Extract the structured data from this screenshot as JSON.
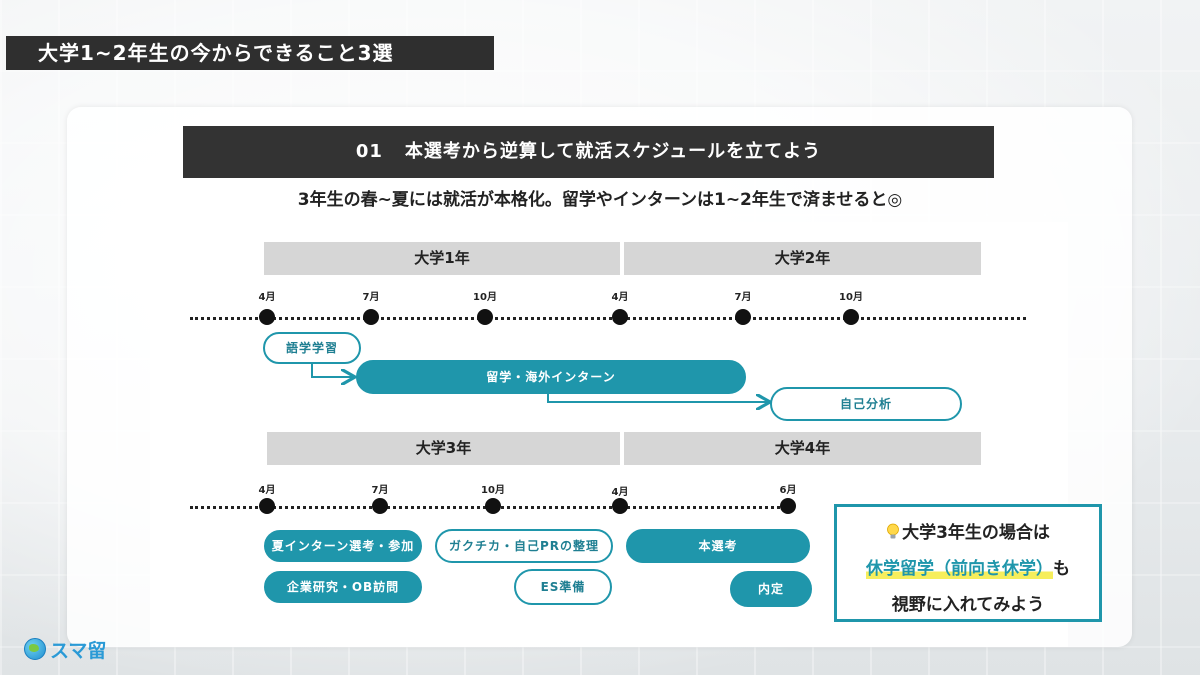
{
  "slide_title": "大学1~2年生の今からできること3選",
  "section": {
    "number": "01",
    "title": "本選考から逆算して就活スケジュールを立てよう"
  },
  "subtitle": "3年生の春~夏には就活が本格化。留学やインターンは1~2年生で済ませると◎",
  "timeline_top": {
    "years": [
      "大学1年",
      "大学2年"
    ],
    "months": [
      "4月",
      "7月",
      "10月",
      "4月",
      "7月",
      "10月"
    ],
    "tasks": {
      "language": "語学学習",
      "abroad": "留学・海外インターン",
      "self": "自己分析"
    }
  },
  "timeline_bottom": {
    "years": [
      "大学3年",
      "大学4年"
    ],
    "months": [
      "4月",
      "7月",
      "10月",
      "4月",
      "6月"
    ],
    "tasks": {
      "summer_intern": "夏インターン選考・参加",
      "company_research": "企業研究・OB訪問",
      "gakuchika": "ガクチカ・自己PRの整理",
      "es": "ES準備",
      "main_selection": "本選考",
      "offer": "内定"
    }
  },
  "note": {
    "line1": "大学3年生の場合は",
    "highlight": "休学留学（前向き休学）",
    "line2_suffix": "も",
    "line3": "視野に入れてみよう"
  },
  "logo_text": "スマ留",
  "colors": {
    "accent": "#1f96ab",
    "dark": "#333333",
    "band": "#d6d6d6",
    "highlight": "#f6ee5c"
  },
  "icons": {
    "note": "lightbulb-icon",
    "logo": "globe-icon"
  }
}
